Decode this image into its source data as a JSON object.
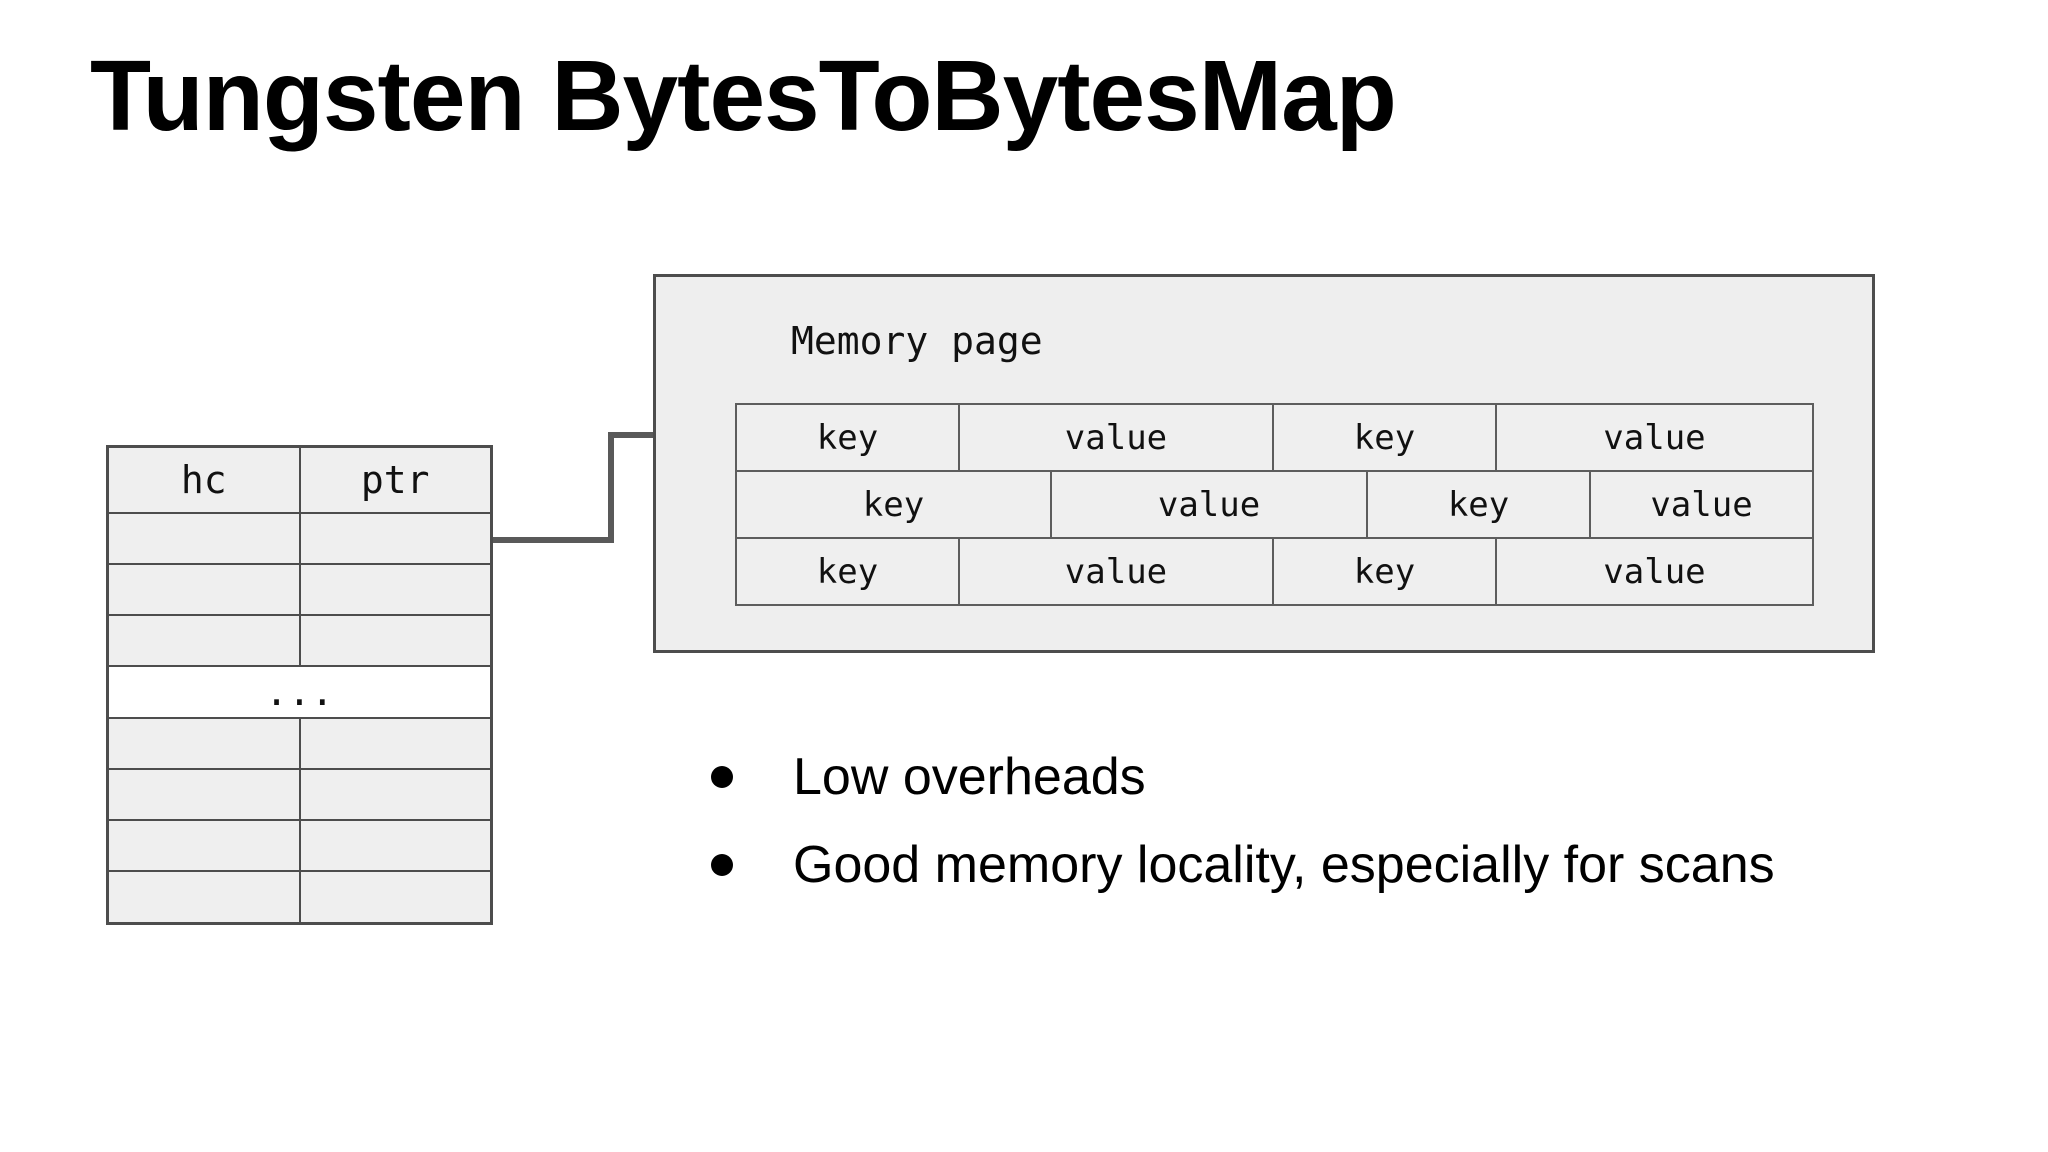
{
  "title": "Tungsten BytesToBytesMap",
  "hash_table": {
    "columns": [
      "hc",
      "ptr"
    ],
    "ellipsis": "...",
    "empty_rows_above_ellipsis": 3,
    "empty_rows_below_ellipsis": 4
  },
  "memory_page": {
    "label": "Memory page",
    "rows": [
      {
        "cells": [
          {
            "label": "key"
          },
          {
            "label": "value"
          },
          {
            "label": "key"
          },
          {
            "label": "value"
          }
        ]
      },
      {
        "cells": [
          {
            "label": "key"
          },
          {
            "label": "value"
          },
          {
            "label": "key"
          },
          {
            "label": "value"
          }
        ]
      },
      {
        "cells": [
          {
            "label": "key"
          },
          {
            "label": "value"
          },
          {
            "label": "key"
          },
          {
            "label": "value"
          }
        ]
      }
    ]
  },
  "bullets": [
    "Low overheads",
    "Good memory locality, especially for scans"
  ],
  "colors": {
    "background": "#ffffff",
    "cell_fill": "#efefef",
    "box_fill": "#eeeeee",
    "border": "#4d4d4d",
    "arrow": "#595959",
    "text": "#000000"
  }
}
